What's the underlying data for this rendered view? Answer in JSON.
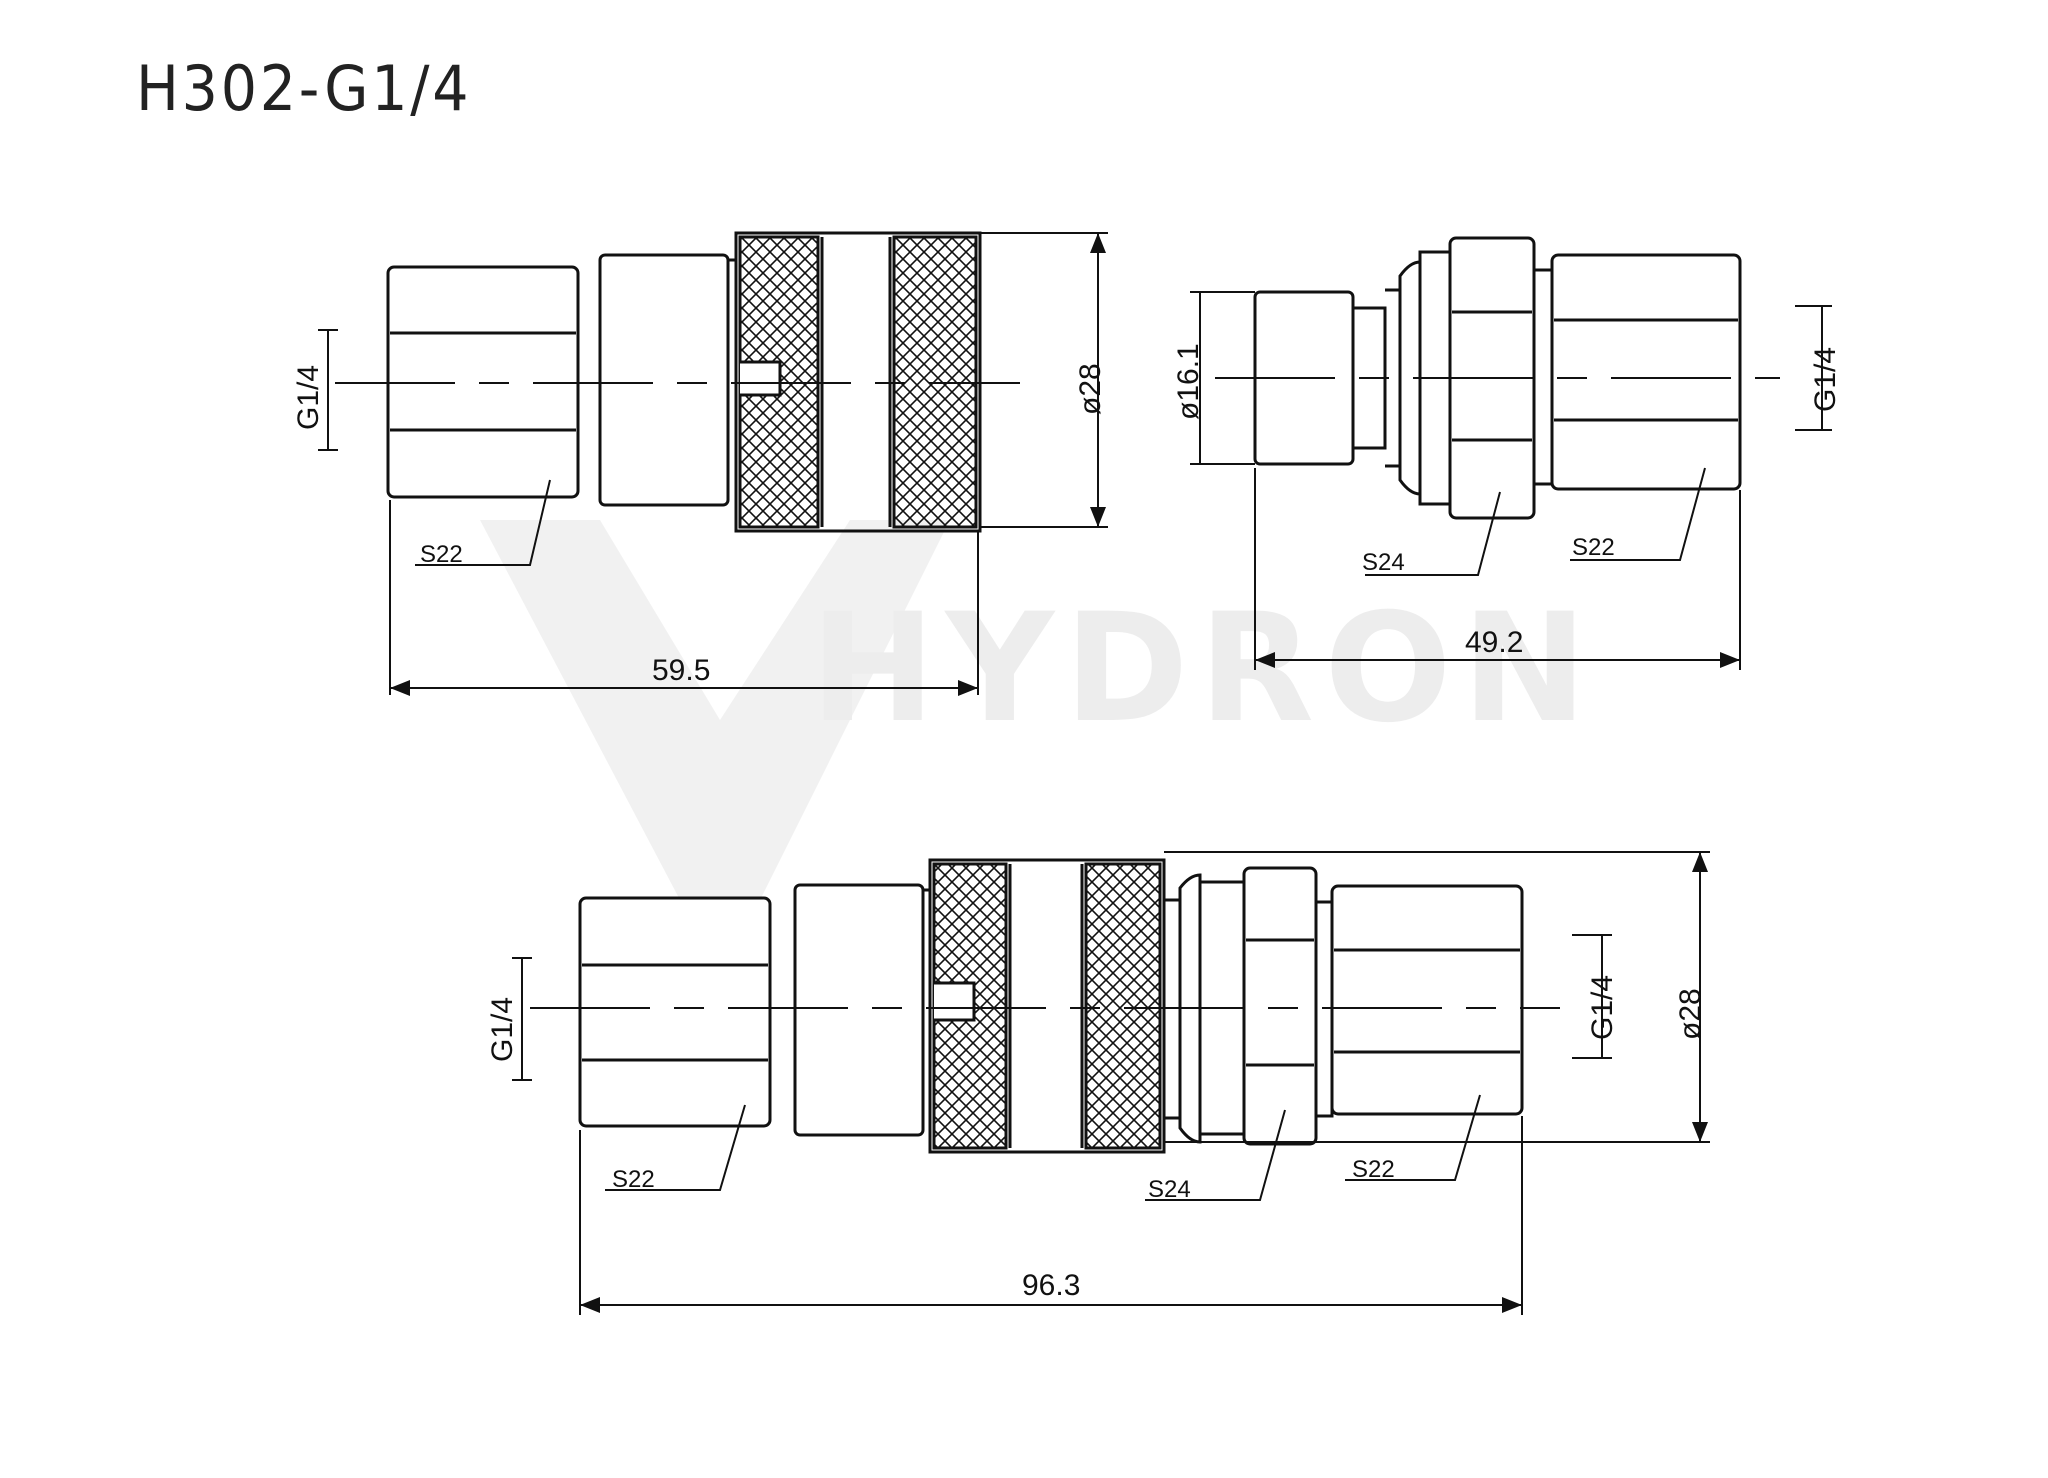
{
  "title": "H302-G1/4",
  "watermark": "HYDRON",
  "coupler": {
    "length": "59.5",
    "diameter": "ø28",
    "thread": "G1/4",
    "hex": "S22"
  },
  "nipple": {
    "length": "49.2",
    "diameter": "ø16.1",
    "thread": "G1/4",
    "hex_body": "S24",
    "hex_end": "S22"
  },
  "assembly": {
    "length": "96.3",
    "diameter": "ø28",
    "thread_left": "G1/4",
    "thread_right": "G1/4",
    "hex_left": "S22",
    "hex_mid": "S24",
    "hex_right": "S22"
  }
}
